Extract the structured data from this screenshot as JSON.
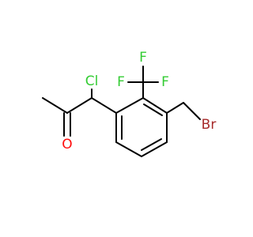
{
  "structure": {
    "atoms": {
      "cl": {
        "label": "Cl",
        "color": "#33cc33"
      },
      "o": {
        "label": "O",
        "color": "#ff0d0d"
      },
      "f_left": {
        "label": "F",
        "color": "#33cc33"
      },
      "f_top": {
        "label": "F",
        "color": "#33cc33"
      },
      "f_right": {
        "label": "F",
        "color": "#33cc33"
      },
      "br": {
        "label": "Br",
        "color": "#a62929"
      }
    },
    "bond_color": "#000000"
  }
}
